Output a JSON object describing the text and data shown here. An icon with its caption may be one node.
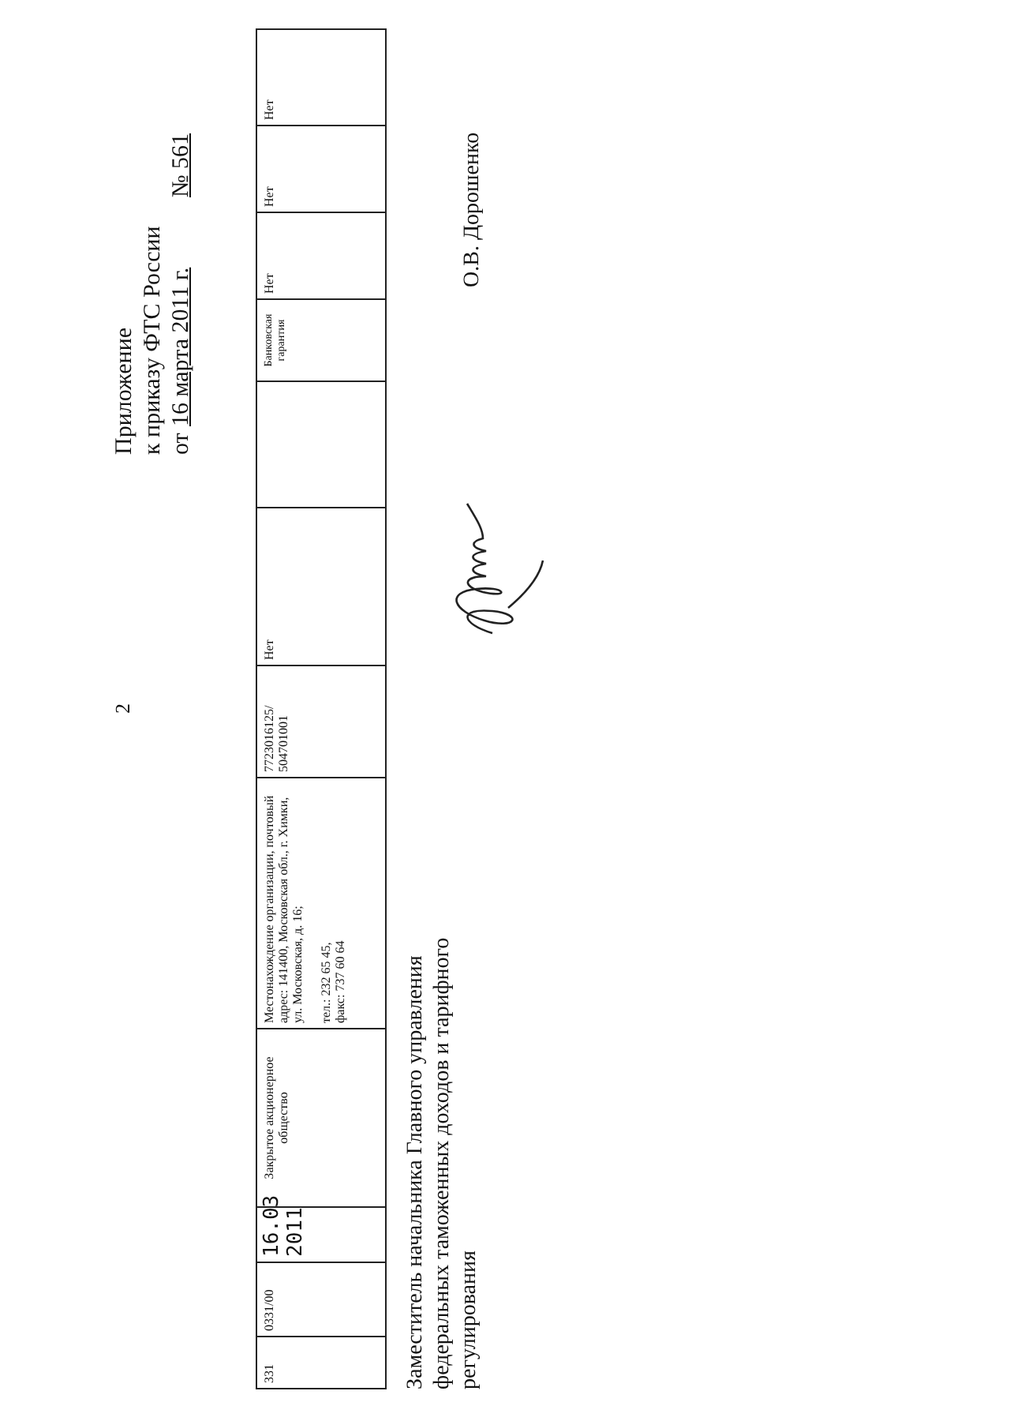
{
  "diagram": {
    "labels": [
      "2",
      "Приложение",
      "к приказу ФТС России",
      "от",
      "16 марта 2011 г.",
      "№ 561",
      "331",
      "0331/00",
      "16.03 2011",
      "Закрытое акционерное общество",
      "Местонахождение организации, почтовый адрес: 141400, Московская обл., г. Химки, ул. Московская, д. 16;",
      "тел.: 232 65 45,",
      "факс: 737 60 64",
      "7723016125/ 504701001",
      "Нет",
      "Банковская гарантия",
      "Нет",
      "Нет",
      "Нет",
      "Заместитель начальника Главного управления федеральных таможенных доходов и тарифного регулирования",
      "О.В. Дорошенко"
    ]
  }
}
